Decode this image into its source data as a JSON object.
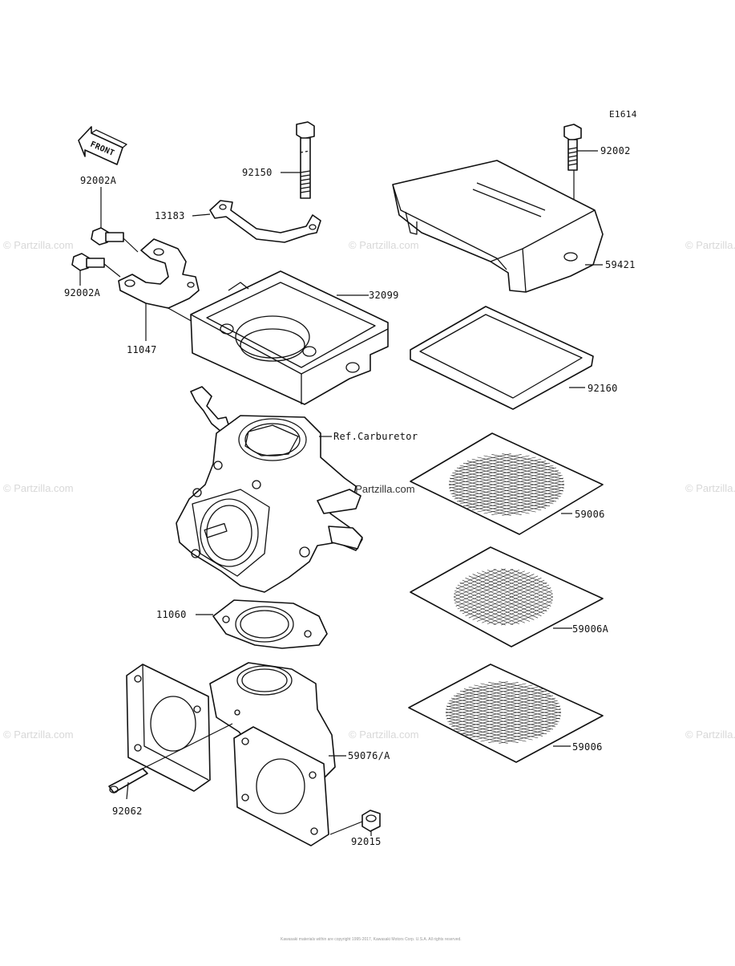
{
  "diagram": {
    "code": "E1614",
    "front_label": "FRONT",
    "labels": {
      "p92150": "92150",
      "p13183": "13183",
      "p92002A_top": "92002A",
      "p92002A_bottom": "92002A",
      "p11047": "11047",
      "p32099": "32099",
      "p92002": "92002",
      "p59421": "59421",
      "p92160": "92160",
      "ref_carb": "Ref.Carburetor",
      "p59006_a": "59006",
      "p59006A": "59006A",
      "p59006_b": "59006",
      "p11060": "11060",
      "p59076": "59076/A",
      "p92062": "92062",
      "p92015": "92015"
    },
    "watermark": "© Partzilla.com",
    "footer": "Kawasaki materials within are copyright 1995-2017, Kawasaki Motors Corp. U.S.A. All rights reserved."
  }
}
